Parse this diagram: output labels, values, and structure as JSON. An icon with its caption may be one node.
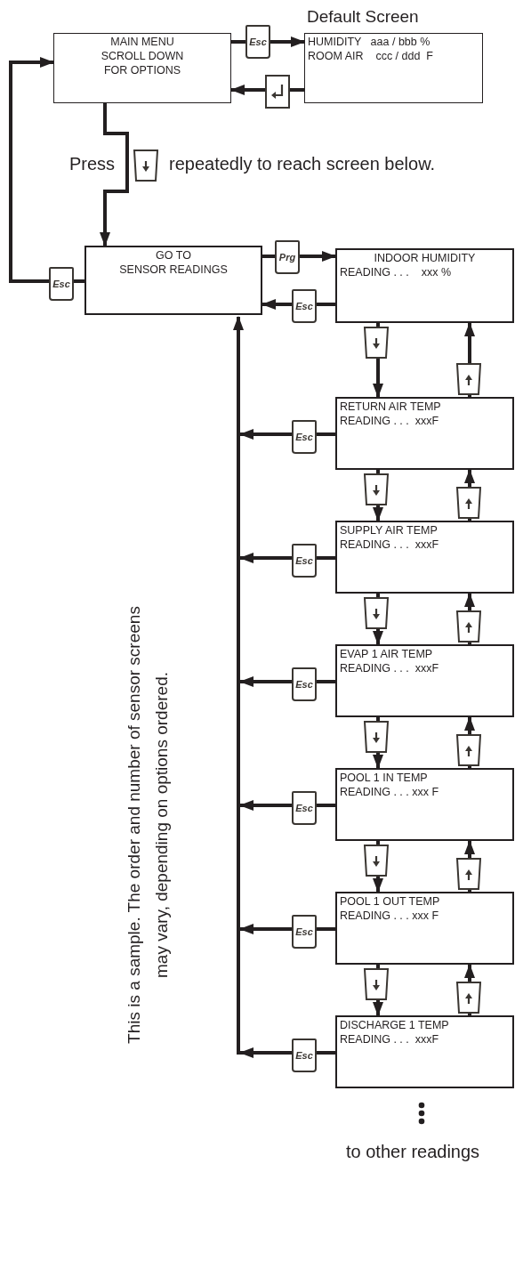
{
  "diagram": {
    "nodes": [
      {
        "text": [
          "MAIN MENU",
          "SCROLL DOWN",
          "FOR OPTIONS"
        ]
      },
      {
        "text": [
          "Default Screen",
          "HUMIDITY   aaa / bbb %",
          "ROOM AIR    ccc / ddd  F"
        ]
      },
      {
        "text": [
          "GO TO",
          "SENSOR READINGS"
        ]
      },
      {
        "text": [
          "INDOOR HUMIDITY",
          "READING . . .    xxx %"
        ]
      },
      {
        "text": [
          "RETURN AIR TEMP",
          "READING . . .  xxxF"
        ]
      },
      {
        "text": [
          "SUPPLY AIR TEMP",
          "READING . . .  xxxF"
        ]
      },
      {
        "text": [
          "EVAP 1 AIR TEMP",
          "READING . . .  xxxF"
        ]
      },
      {
        "text": [
          "POOL 1 IN TEMP",
          "READING . . . xxx F"
        ]
      },
      {
        "text": [
          "POOL 1 OUT TEMP",
          "READING . . . xxx F"
        ]
      },
      {
        "text": [
          "DISCHARGE 1 TEMP",
          "READING . . .  xxxF"
        ]
      }
    ],
    "edges": [
      {
        "from": 0,
        "to": 1,
        "arrow": "to",
        "label": "Esc"
      },
      {
        "from": 1,
        "to": 0,
        "arrow": "to"
      },
      {
        "from": 0,
        "to": 2,
        "arrow": "to"
      },
      {
        "from": 2,
        "to": 0,
        "arrow": "to",
        "label": "Esc"
      },
      {
        "from": 2,
        "to": 3,
        "arrow": "to",
        "label": "Prg"
      },
      {
        "from": 3,
        "to": 2,
        "arrow": "to",
        "label": "Esc"
      },
      {
        "from": 3,
        "to": 4,
        "arrow": "to"
      },
      {
        "from": 4,
        "to": 3,
        "arrow": "to"
      },
      {
        "from": 4,
        "to": 5,
        "arrow": "to"
      },
      {
        "from": 5,
        "to": 4,
        "arrow": "to"
      },
      {
        "from": 5,
        "to": 6,
        "arrow": "to"
      },
      {
        "from": 6,
        "to": 5,
        "arrow": "to"
      },
      {
        "from": 6,
        "to": 7,
        "arrow": "to"
      },
      {
        "from": 7,
        "to": 6,
        "arrow": "to"
      },
      {
        "from": 7,
        "to": 8,
        "arrow": "to"
      },
      {
        "from": 8,
        "to": 7,
        "arrow": "to"
      },
      {
        "from": 8,
        "to": 9,
        "arrow": "to"
      },
      {
        "from": 9,
        "to": 8,
        "arrow": "to"
      },
      {
        "from": 4,
        "to": 2,
        "arrow": "to",
        "label": "Esc"
      },
      {
        "from": 5,
        "to": 2,
        "arrow": "to",
        "label": "Esc"
      },
      {
        "from": 6,
        "to": 2,
        "arrow": "to",
        "label": "Esc"
      },
      {
        "from": 7,
        "to": 2,
        "arrow": "to",
        "label": "Esc"
      },
      {
        "from": 8,
        "to": 2,
        "arrow": "to",
        "label": "Esc"
      },
      {
        "from": 9,
        "to": 2,
        "arrow": "to",
        "label": "Esc"
      }
    ],
    "labels": [
      "Press",
      "repeatedly to reach screen below.",
      "This is a sample. The order and number of sensor screens may vary, depending on options ordered.",
      "to other readings"
    ]
  }
}
